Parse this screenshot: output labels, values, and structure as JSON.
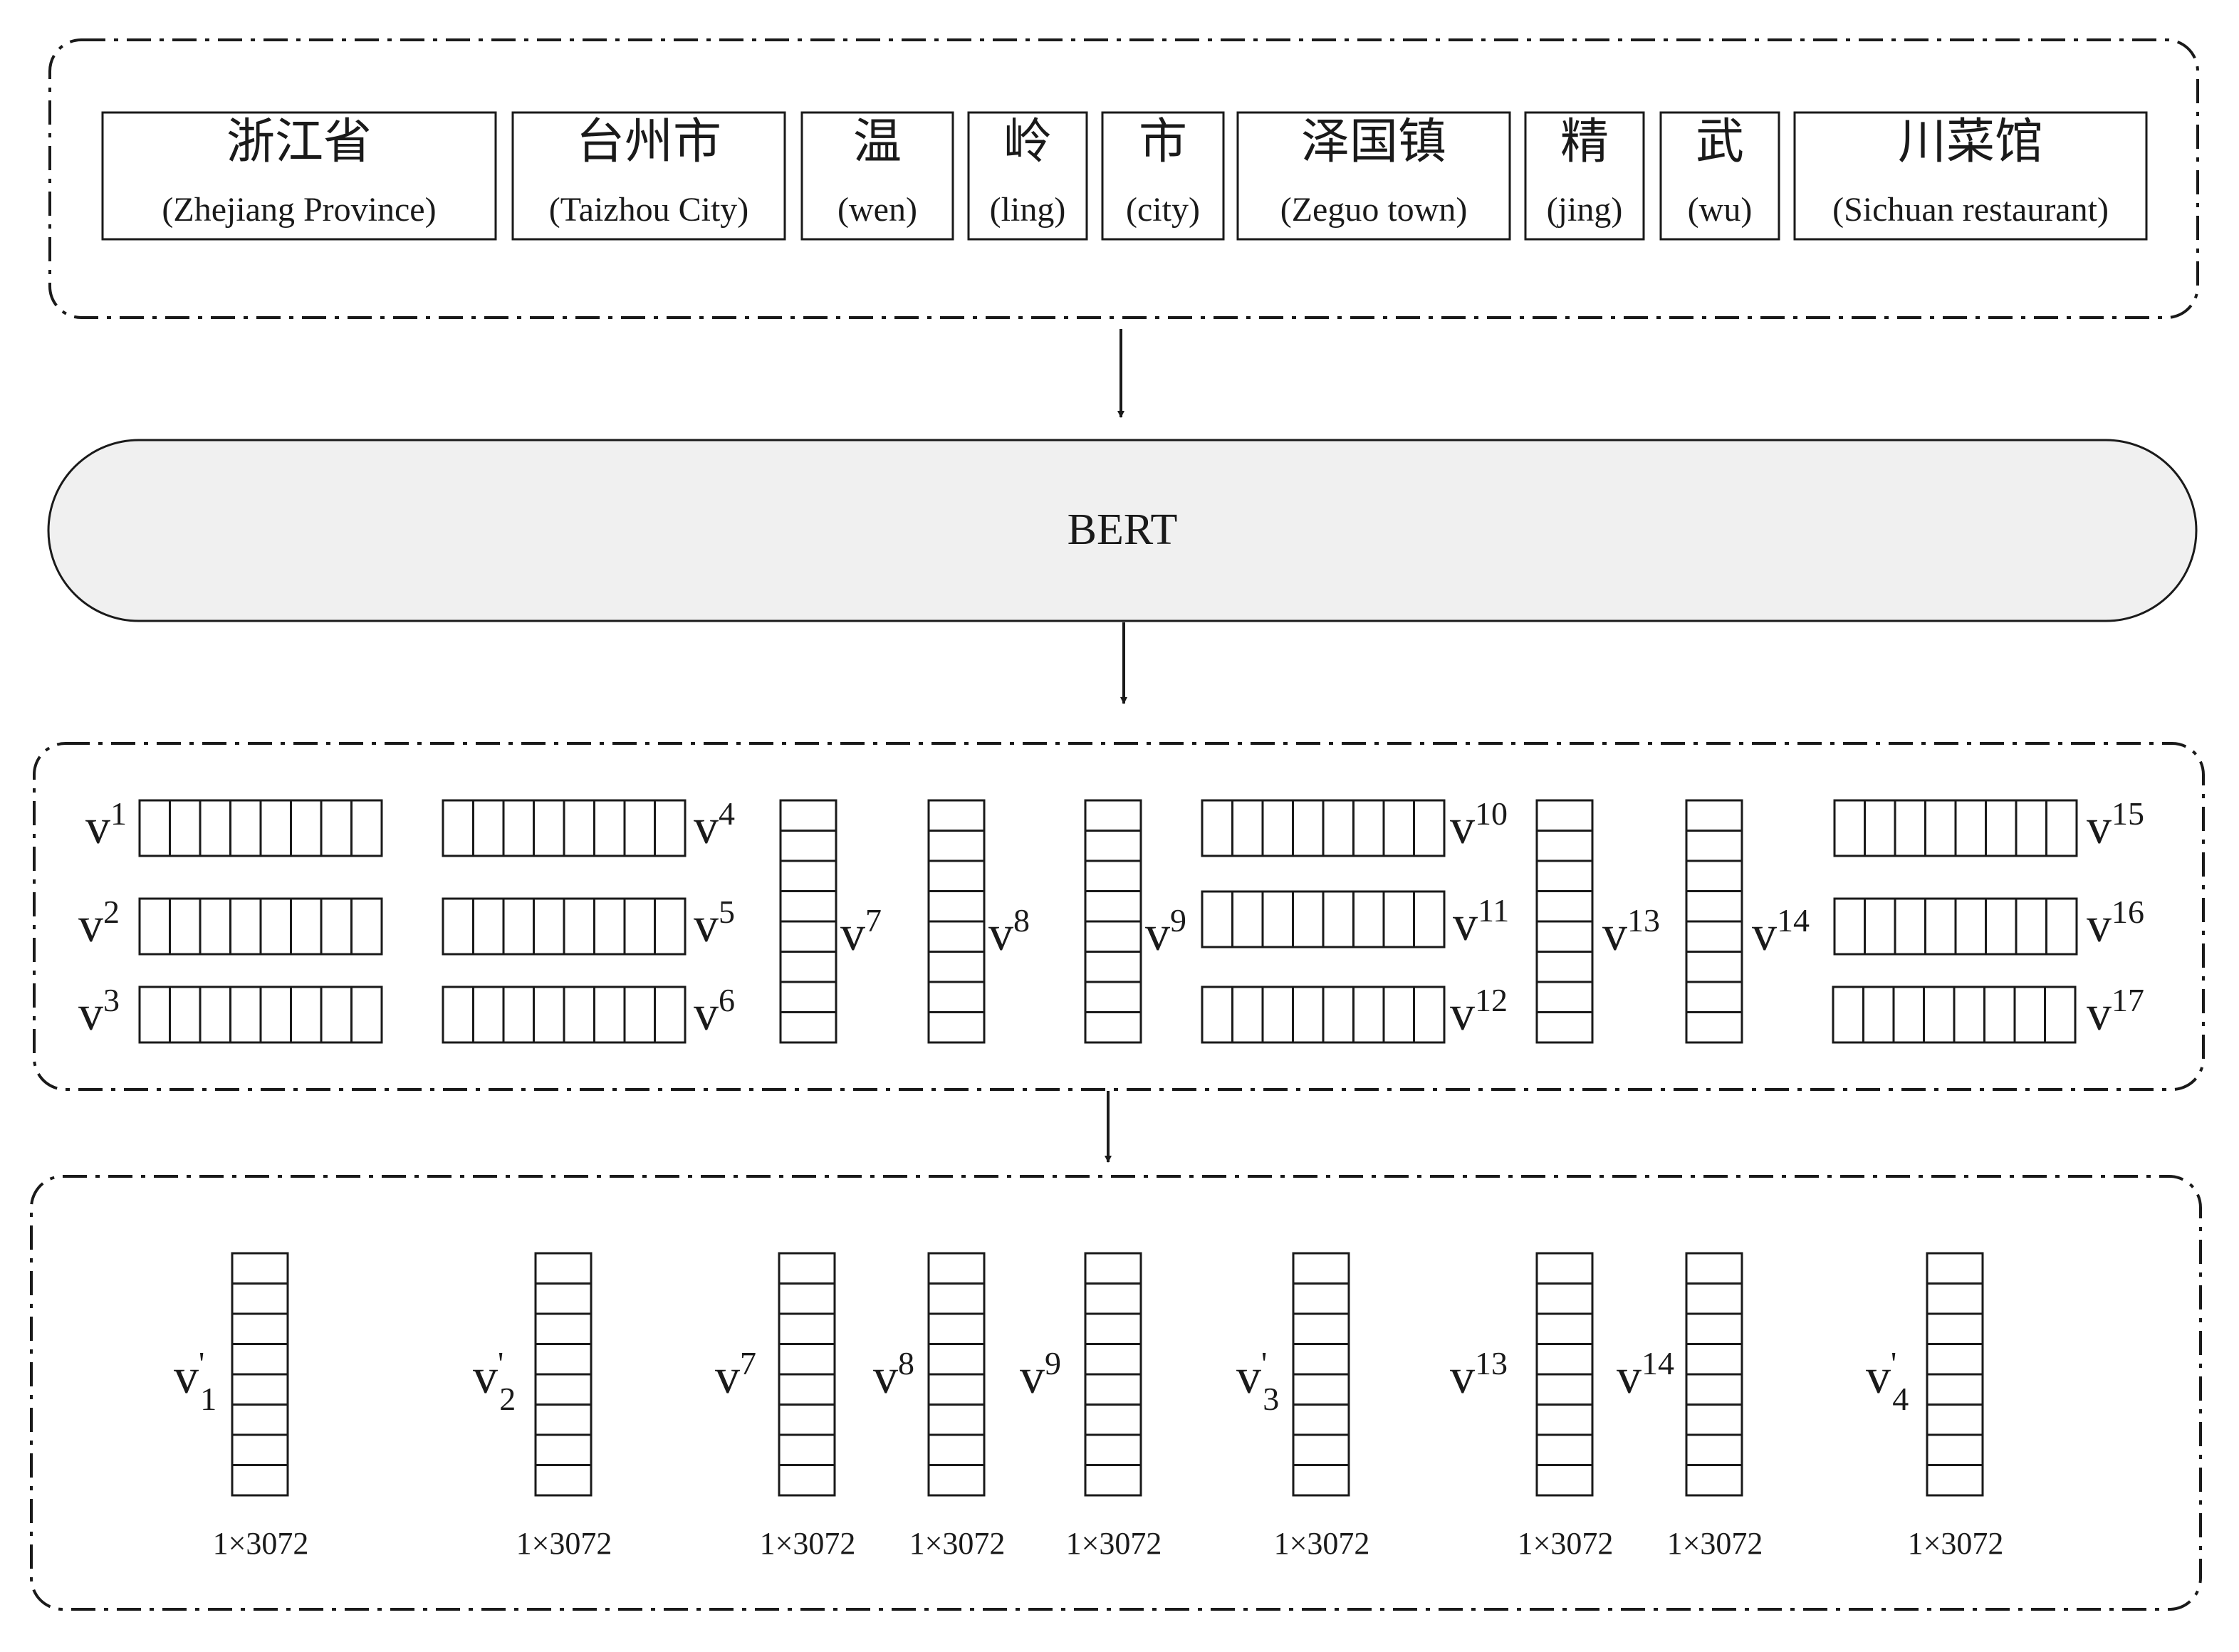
{
  "tokens": [
    {
      "zh": "浙江省",
      "en": "(Zhejiang Province)"
    },
    {
      "zh": "台州市",
      "en": "(Taizhou City)"
    },
    {
      "zh": "温",
      "en": "(wen)"
    },
    {
      "zh": "岭",
      "en": "(ling)"
    },
    {
      "zh": "市",
      "en": "(city)"
    },
    {
      "zh": "泽国镇",
      "en": "(Zeguo town)"
    },
    {
      "zh": "精",
      "en": "(jing)"
    },
    {
      "zh": "武",
      "en": "(wu)"
    },
    {
      "zh": "川菜馆",
      "en": "(Sichuan restaurant)"
    }
  ],
  "model": {
    "label": "BERT"
  },
  "vector_symbol": "v",
  "char_vectors": [
    {
      "sup": "1",
      "orient": "h"
    },
    {
      "sup": "2",
      "orient": "h"
    },
    {
      "sup": "3",
      "orient": "h"
    },
    {
      "sup": "4",
      "orient": "h"
    },
    {
      "sup": "5",
      "orient": "h"
    },
    {
      "sup": "6",
      "orient": "h"
    },
    {
      "sup": "7",
      "orient": "v"
    },
    {
      "sup": "8",
      "orient": "v"
    },
    {
      "sup": "9",
      "orient": "v"
    },
    {
      "sup": "10",
      "orient": "h"
    },
    {
      "sup": "11",
      "orient": "h"
    },
    {
      "sup": "12",
      "orient": "h"
    },
    {
      "sup": "13",
      "orient": "v"
    },
    {
      "sup": "14",
      "orient": "v"
    },
    {
      "sup": "15",
      "orient": "h"
    },
    {
      "sup": "16",
      "orient": "h"
    },
    {
      "sup": "17",
      "orient": "h"
    }
  ],
  "word_vectors": [
    {
      "sup": "'",
      "sub": "1",
      "dim": "1×3072"
    },
    {
      "sup": "'",
      "sub": "2",
      "dim": "1×3072"
    },
    {
      "sup": "7",
      "sub": "",
      "dim": "1×3072"
    },
    {
      "sup": "8",
      "sub": "",
      "dim": "1×3072"
    },
    {
      "sup": "9",
      "sub": "",
      "dim": "1×3072"
    },
    {
      "sup": "'",
      "sub": "3",
      "dim": "1×3072"
    },
    {
      "sup": "13",
      "sub": "",
      "dim": "1×3072"
    },
    {
      "sup": "14",
      "sub": "",
      "dim": "1×3072"
    },
    {
      "sup": "'",
      "sub": "4",
      "dim": "1×3072"
    }
  ],
  "cells_per_vector": 8,
  "colors": {
    "stroke": "#1a1a1a",
    "bert_fill": "#f0f0f0",
    "background": "#ffffff"
  }
}
